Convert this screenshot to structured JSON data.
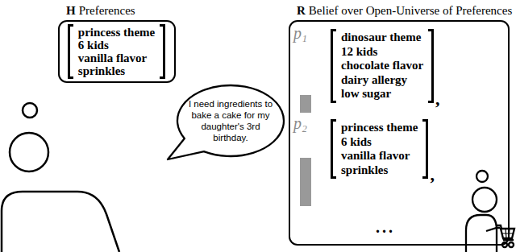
{
  "diagram": {
    "nodes": [
      {
        "text": [
          "H",
          "Preferences",
          "princess theme",
          "6 kids",
          "vanilla flavor",
          "sprinkles"
        ]
      },
      {
        "text": [
          "I need ingredients to bake a cake for my daughter's 3rd birthday."
        ]
      },
      {
        "text": [
          "R",
          "Belief over Open-Universe of Preferences"
        ]
      },
      {
        "text": [
          "dinosaur theme",
          "12 kids",
          "chocolate flavor",
          "dairy allergy",
          "low sugar"
        ],
        "in": 2
      },
      {
        "text": [
          "princess theme",
          "6 kids",
          "vanilla flavor",
          "sprinkles"
        ],
        "in": 2
      }
    ],
    "labels": [
      "p₁",
      ",",
      "p₂",
      ",",
      "..."
    ]
  }
}
